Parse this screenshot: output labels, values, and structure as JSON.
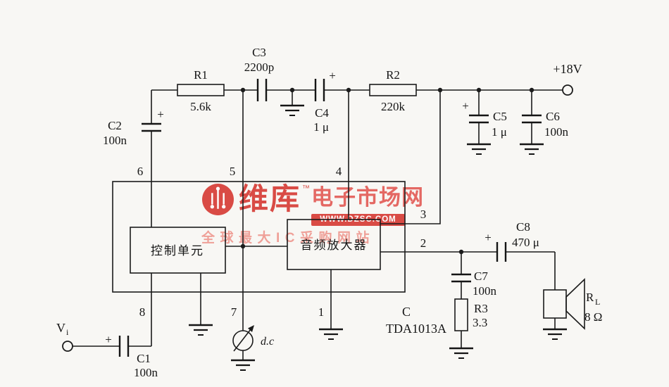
{
  "colors": {
    "background": "#f8f7f4",
    "ink": "#151515",
    "watermark_red": "#d8453e",
    "watermark_pink": "#ef9d95"
  },
  "watermark": {
    "brand_bold": "维库",
    "tm": "™",
    "brand_rest": "电子市场网",
    "url": "WWW.DZSC.COM",
    "tagline": "全球最大IC采购网站"
  },
  "ic": {
    "control_unit": "控制单元",
    "audio_amplifier": "音频放大器",
    "part_prefix": "C",
    "part_number": "TDA1013A"
  },
  "pins": {
    "p1": "1",
    "p2": "2",
    "p3": "3",
    "p4": "4",
    "p5": "5",
    "p6": "6",
    "p7": "7",
    "p8": "8"
  },
  "terminals": {
    "supply": "+18V",
    "input_symbol": "V",
    "input_sub": "i"
  },
  "symbols": {
    "plus": "+",
    "pot_label": "d.c"
  },
  "components": {
    "r1": {
      "name": "R1",
      "value": "5.6k"
    },
    "r2": {
      "name": "R2",
      "value": "220k"
    },
    "r3": {
      "name": "R3",
      "value": "3.3"
    },
    "c1": {
      "name": "C1",
      "value": "100n"
    },
    "c2": {
      "name": "C2",
      "value": "100n"
    },
    "c3": {
      "name": "C3",
      "value": "2200p"
    },
    "c4": {
      "name": "C4",
      "value": "1 μ"
    },
    "c5": {
      "name": "C5",
      "value": "1 μ"
    },
    "c6": {
      "name": "C6",
      "value": "100n"
    },
    "c7": {
      "name": "C7",
      "value": "100n"
    },
    "c8": {
      "name": "C8",
      "value": "470 μ"
    },
    "rl": {
      "symbol": "R",
      "sub": "L",
      "value": "8 Ω"
    }
  }
}
